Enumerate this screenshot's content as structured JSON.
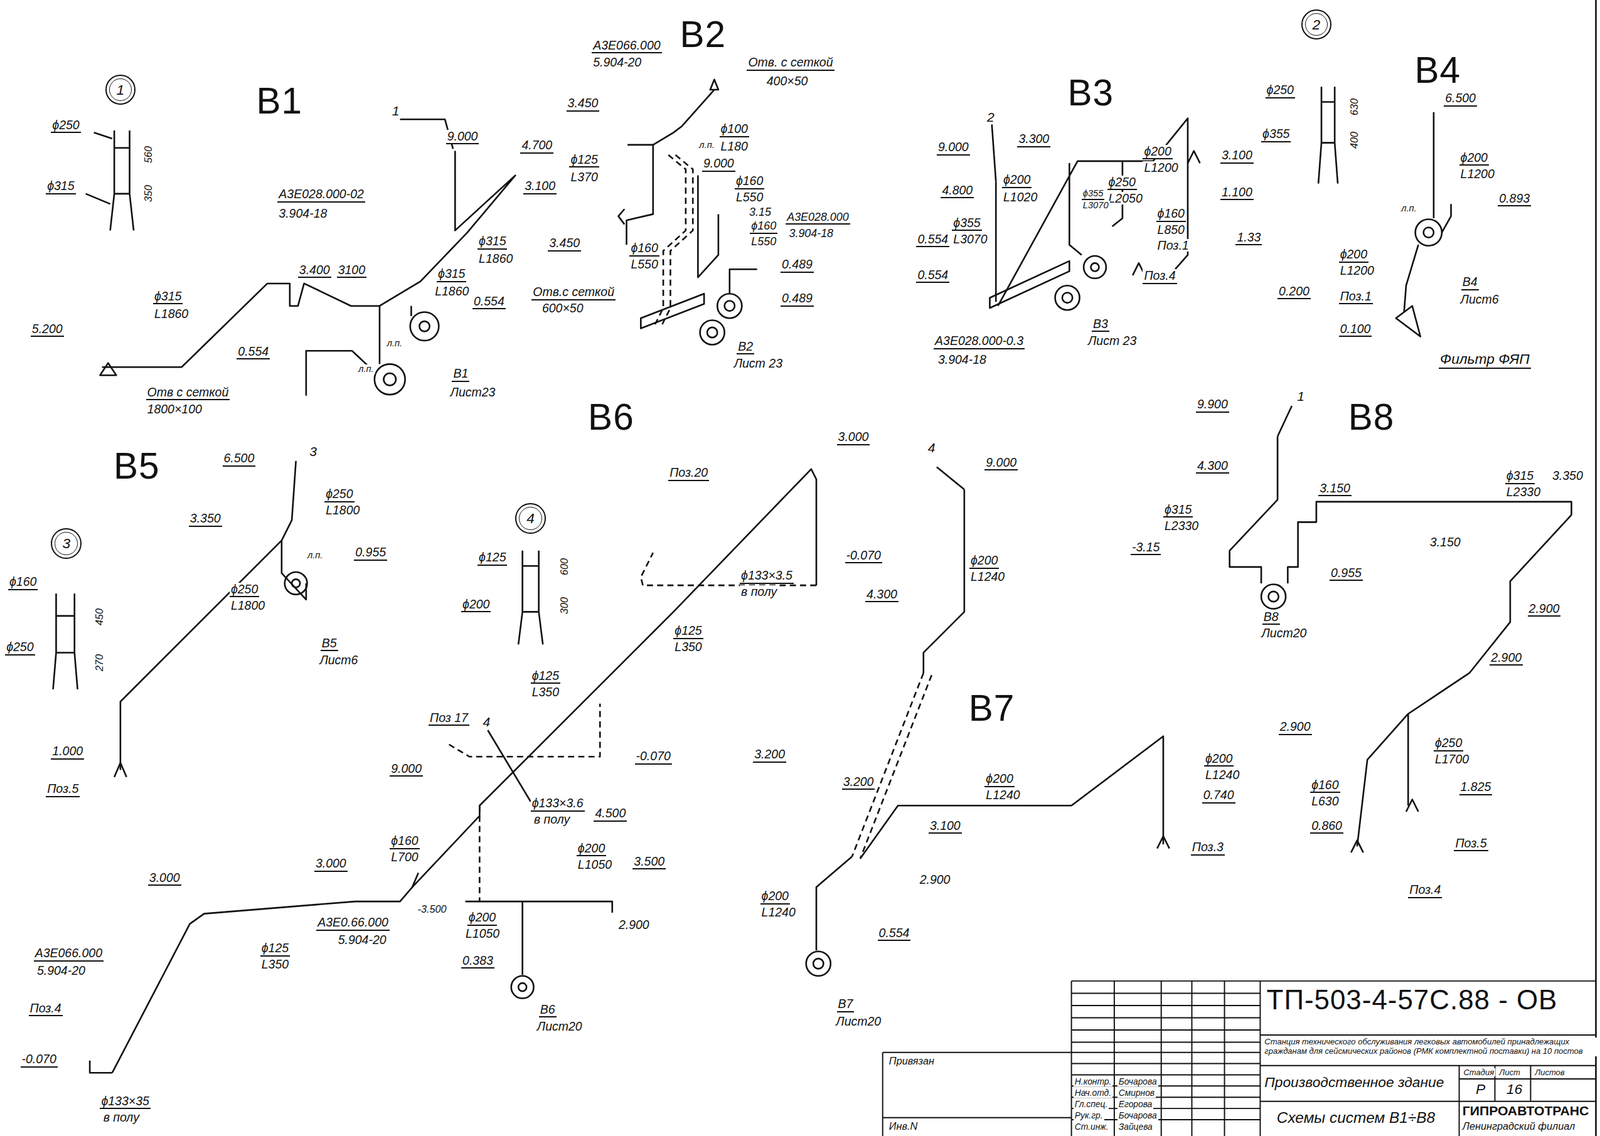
{
  "diagram": {
    "nodes": [
      {
        "text": [
          "1"
        ]
      },
      {
        "text": [
          "2"
        ]
      },
      {
        "text": [
          "3"
        ]
      },
      {
        "text": [
          "4"
        ]
      }
    ],
    "labels": [
      "В1",
      "ϕ250",
      "ϕ315",
      "560",
      "350",
      "1",
      "9.000",
      "4.700",
      "3.100",
      "А3Е028.000-02",
      "3.904-18",
      "ϕ315",
      "L1860",
      "ϕ315",
      "L1860",
      "3.400",
      "3100",
      "0.554",
      "ϕ315",
      "L1860",
      "5.200",
      "0.554",
      "Отв с сеткой",
      "1800×100",
      "л.п.",
      "л.п.",
      "В1",
      "Лист23",
      "В2",
      "А3Е066.000",
      "5.904-20",
      "Отв. с сеткой",
      "400×50",
      "3.450",
      "ϕ100",
      "L180",
      "ϕ125",
      "L370",
      "9.000",
      "ϕ160",
      "L550",
      "3.15",
      "ϕ160",
      "L550",
      "А3Е028.000",
      "3.904-18",
      "3.450",
      "ϕ160",
      "L550",
      "0.489",
      "0.489",
      "Отв.с сеткой",
      "600×50",
      "л.п.",
      "В2",
      "Лист 23",
      "В3",
      "2",
      "ϕ200",
      "L1200",
      "ϕ250",
      "L2050",
      "3.300",
      "9.000",
      "3.100",
      "ϕ200",
      "L1020",
      "4.800",
      "ϕ160",
      "L850",
      "Поз.1",
      "1.100",
      "ϕ355",
      "L3070",
      "ϕ355",
      "L3070",
      "0.554",
      "1.33",
      "Поз.4",
      "0.554",
      "А3Е028.000-0.3",
      "3.904-18",
      "В3",
      "Лист 23",
      "ϕ250",
      "ϕ355",
      "630",
      "400",
      "В4",
      "6.500",
      "ϕ200",
      "L1200",
      "0.893",
      "л.п.",
      "ϕ200",
      "L1200",
      "0.200",
      "Поз.1",
      "0.100",
      "В4",
      "Лист6",
      "Фильтр ФЯП",
      "В5",
      "6.500",
      "3",
      "3.350",
      "ϕ250",
      "L1800",
      "0.955",
      "ϕ250",
      "L1800",
      "л.п.",
      "В5",
      "Лист6",
      "1.000",
      "Поз.5",
      "ϕ160",
      "ϕ250",
      "450",
      "270",
      "ϕ125",
      "ϕ200",
      "600",
      "300",
      "В6",
      "3.000",
      "Поз.20",
      "-0.070",
      "4.300",
      "ϕ133×3.5",
      "в полу",
      "ϕ125",
      "L350",
      "ϕ125",
      "L350",
      "Поз 17",
      "4",
      "9.000",
      "-0.070",
      "ϕ133×3.6",
      "в полу",
      "4.500",
      "ϕ160",
      "L700",
      "ϕ200",
      "L1050",
      "3.500",
      "3.000",
      "3.000",
      "-3.500",
      "ϕ200",
      "L1050",
      "2.900",
      "А3Е0.66.000",
      "5.904-20",
      "0.383",
      "А3Е066.000",
      "5.904-20",
      "ϕ125",
      "L350",
      "В6",
      "Лист20",
      "Поз.4",
      "-0.070",
      "ϕ133×35",
      "в полу",
      "4",
      "9.000",
      "ϕ200",
      "L1240",
      "В7",
      "3.200",
      "3.200",
      "ϕ200",
      "L1240",
      "3.100",
      "2.900",
      "ϕ200",
      "L1240",
      "0.740",
      "Поз.3",
      "ϕ200",
      "L1240",
      "0.554",
      "В7",
      "Лист20",
      "В8",
      "9.900",
      "1",
      "4.300",
      "3.150",
      "ϕ315",
      "L2330",
      "3.350",
      "ϕ315",
      "L2330",
      "3.150",
      "-3.15",
      "0.955",
      "В8",
      "Лист20",
      "2.900",
      "2.900",
      "2.900",
      "ϕ250",
      "L1700",
      "1.825",
      "ϕ160",
      "L630",
      "0.860",
      "Поз.5",
      "Поз.4",
      "ТП-503-4-57С.88 - ОВ",
      "Станция технического обслуживания легковых автомобилей принадлежащих гражданам для сейсмических районов (РМК комплектной поставки) на 10 постов",
      "Производственное здание",
      "Стадия",
      "Лист",
      "Листов",
      "Р",
      "16",
      "Схемы систем В1÷В8",
      "ГИПРОАВТОТРАНС",
      "Ленинградский филиал",
      "Привязан",
      "Н.контр.",
      "Бочарова",
      "Нач.отд.",
      "Смирнов",
      "Гл.спец.",
      "Егорова",
      "Рук.гр.",
      "Бочарова",
      "Ст.инж.",
      "Зайцева",
      "Инв.N"
    ]
  }
}
